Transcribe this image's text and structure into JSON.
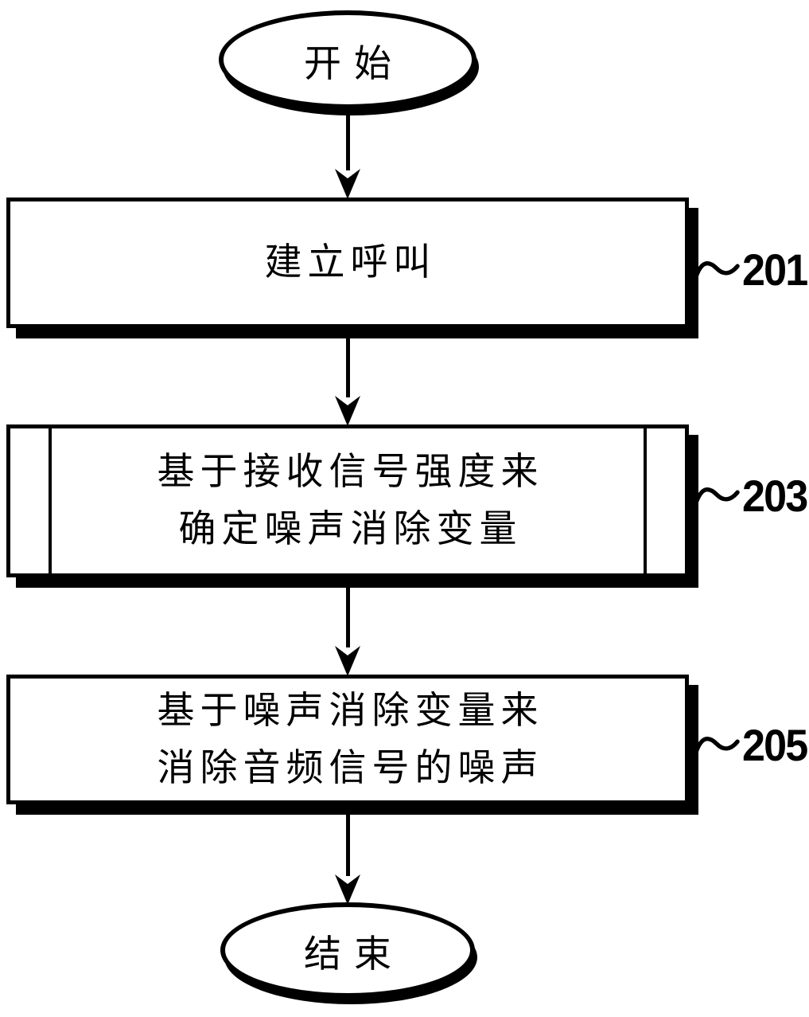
{
  "figure": {
    "type": "flowchart",
    "colors": {
      "ink": "#000000",
      "background": "#ffffff"
    }
  },
  "flowchart": {
    "start": {
      "label": "开始"
    },
    "steps": [
      {
        "id": "201",
        "shape": "process",
        "lines": [
          "建立呼叫"
        ]
      },
      {
        "id": "203",
        "shape": "predefined-process",
        "lines": [
          "基于接收信号强度来",
          "确定噪声消除变量"
        ]
      },
      {
        "id": "205",
        "shape": "process",
        "lines": [
          "基于噪声消除变量来",
          "消除音频信号的噪声"
        ]
      }
    ],
    "end": {
      "label": "结束"
    }
  }
}
